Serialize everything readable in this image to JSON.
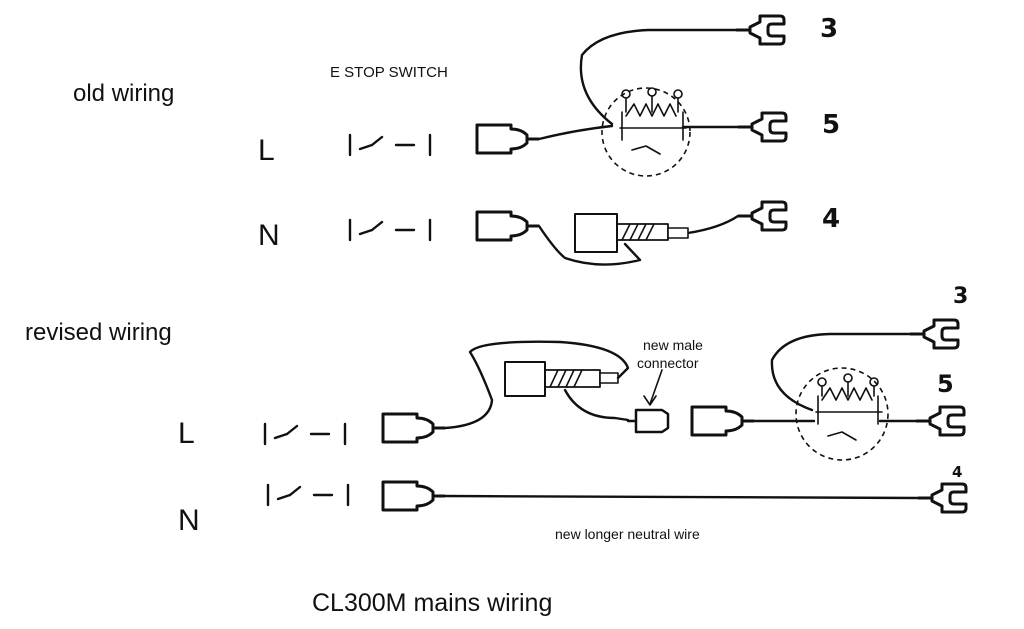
{
  "labels": {
    "old_wiring": "old wiring",
    "revised_wiring": "revised wiring",
    "estop_switch": "E STOP SWITCH",
    "new_male_connector": "new male\nconnector",
    "new_longer_neutral": "new longer neutral wire",
    "caption": "CL300M mains wiring",
    "L": "L",
    "N": "N"
  },
  "terminals": {
    "old": [
      "3",
      "5",
      "4"
    ],
    "revised": [
      "3",
      "5",
      "4"
    ]
  }
}
